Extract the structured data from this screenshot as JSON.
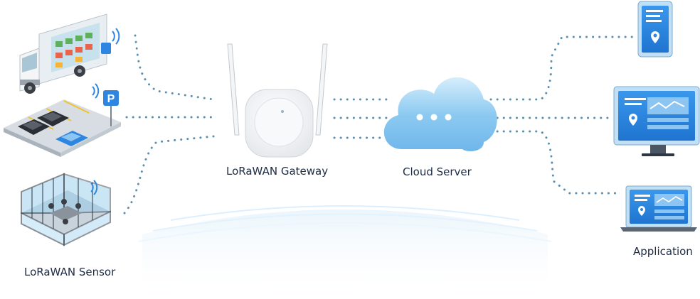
{
  "labels": {
    "sensor": "LoRaWAN Sensor",
    "gateway": "LoRaWAN Gateway",
    "cloud": "Cloud Server",
    "application": "Application"
  },
  "sensor_signage": {
    "parking": "P"
  },
  "colors": {
    "link_dots": "#5a8fb0",
    "accent_blue": "#2f86e0",
    "cloud_blue": "#7fc0ef",
    "label_text": "#1d2b44"
  },
  "icons": [
    "refrigerated-truck-icon",
    "parking-lot-icon",
    "meeting-room-icon",
    "gateway-icon",
    "cloud-server-icon",
    "tablet-icon",
    "monitor-icon",
    "laptop-icon"
  ]
}
